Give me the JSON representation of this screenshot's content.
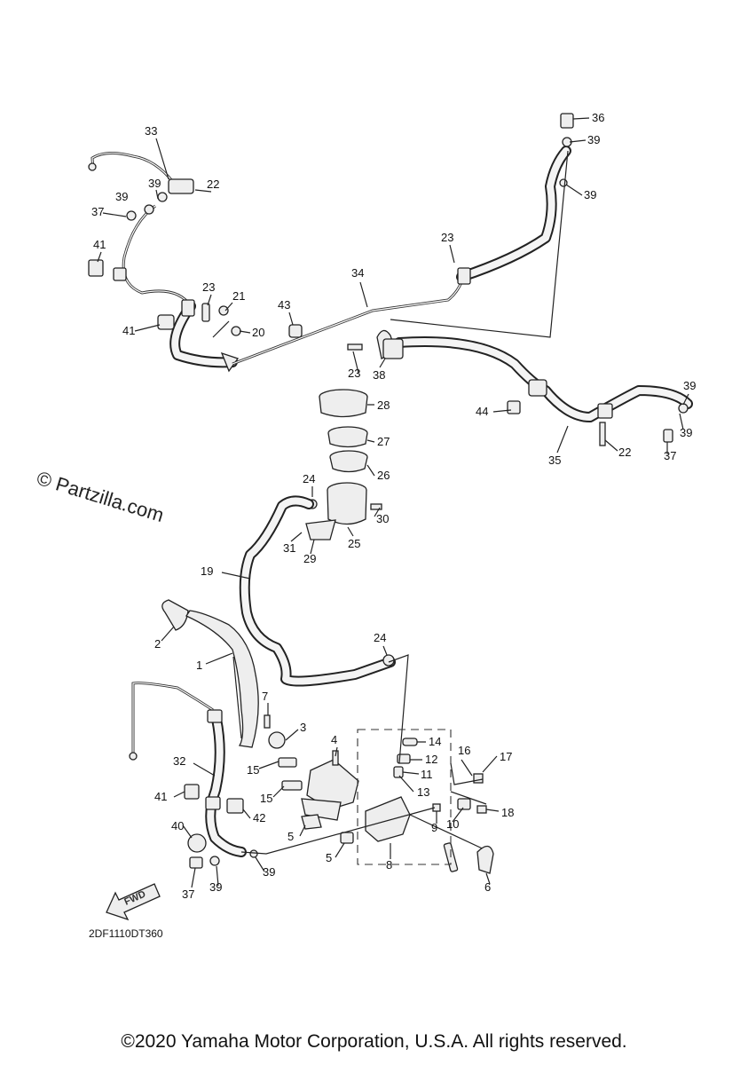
{
  "watermark": "© Partzilla.com",
  "diagram_code": "2DF1110DT360",
  "fwd_label": "FWD",
  "copyright": "©2020 Yamaha Motor Corporation, U.S.A. All rights reserved.",
  "callouts": {
    "n33": "33",
    "n22a": "22",
    "n39a": "39",
    "n39b": "39",
    "n37a": "37",
    "n41a": "41",
    "n41b": "41",
    "n23a": "23",
    "n21": "21",
    "n20": "20",
    "n43": "43",
    "n34": "34",
    "n23b": "23",
    "n23c": "23",
    "n38": "38",
    "n36": "36",
    "n39c": "39",
    "n39d": "39",
    "n44": "44",
    "n35": "35",
    "n22b": "22",
    "n39e": "39",
    "n39f": "39",
    "n37b": "37",
    "n28": "28",
    "n27": "27",
    "n26": "26",
    "n24a": "24",
    "n30": "30",
    "n25": "25",
    "n31": "31",
    "n29": "29",
    "n19": "19",
    "n2": "2",
    "n1": "1",
    "n24b": "24",
    "n7": "7",
    "n3": "3",
    "n4": "4",
    "n14": "14",
    "n12": "12",
    "n11": "11",
    "n13": "13",
    "n16": "16",
    "n17": "17",
    "n32": "32",
    "n15a": "15",
    "n15b": "15",
    "n41c": "41",
    "n42": "42",
    "n18": "18",
    "n9": "9",
    "n10": "10",
    "n5a": "5",
    "n5b": "5",
    "n40": "40",
    "n8": "8",
    "n39g": "39",
    "n37c": "37",
    "n39h": "39",
    "n6": "6"
  }
}
